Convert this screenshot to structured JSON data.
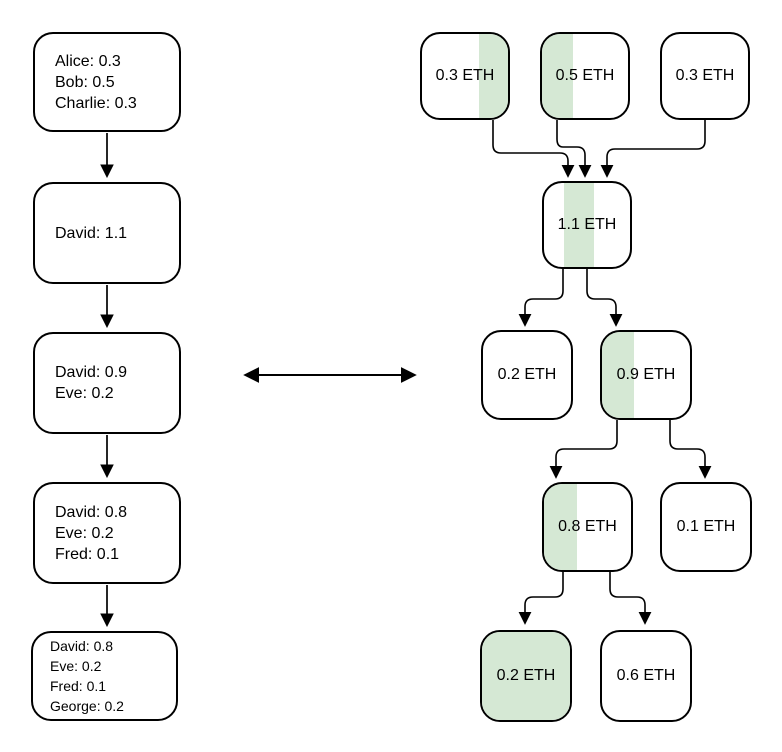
{
  "colors": {
    "highlight": "#d5e8d4",
    "line": "#000000",
    "background": "#ffffff"
  },
  "account_model": {
    "states": [
      {
        "lines": [
          "Alice: 0.3",
          "Bob: 0.5",
          "Charlie: 0.3"
        ]
      },
      {
        "lines": [
          "David: 1.1"
        ]
      },
      {
        "lines": [
          "David: 0.9",
          "Eve: 0.2"
        ]
      },
      {
        "lines": [
          "David: 0.8",
          "Eve: 0.2",
          "Fred: 0.1"
        ]
      },
      {
        "lines": [
          "David: 0.8",
          "Eve: 0.2",
          "Fred: 0.1",
          "George: 0.2"
        ]
      }
    ]
  },
  "utxo_model": {
    "nodes": [
      {
        "label": "0.3 ETH"
      },
      {
        "label": "0.5 ETH"
      },
      {
        "label": "0.3 ETH"
      },
      {
        "label": "1.1 ETH"
      },
      {
        "label": "0.2 ETH"
      },
      {
        "label": "0.9 ETH"
      },
      {
        "label": "0.8 ETH"
      },
      {
        "label": "0.1 ETH"
      },
      {
        "label": "0.2 ETH"
      },
      {
        "label": "0.6 ETH"
      }
    ]
  }
}
